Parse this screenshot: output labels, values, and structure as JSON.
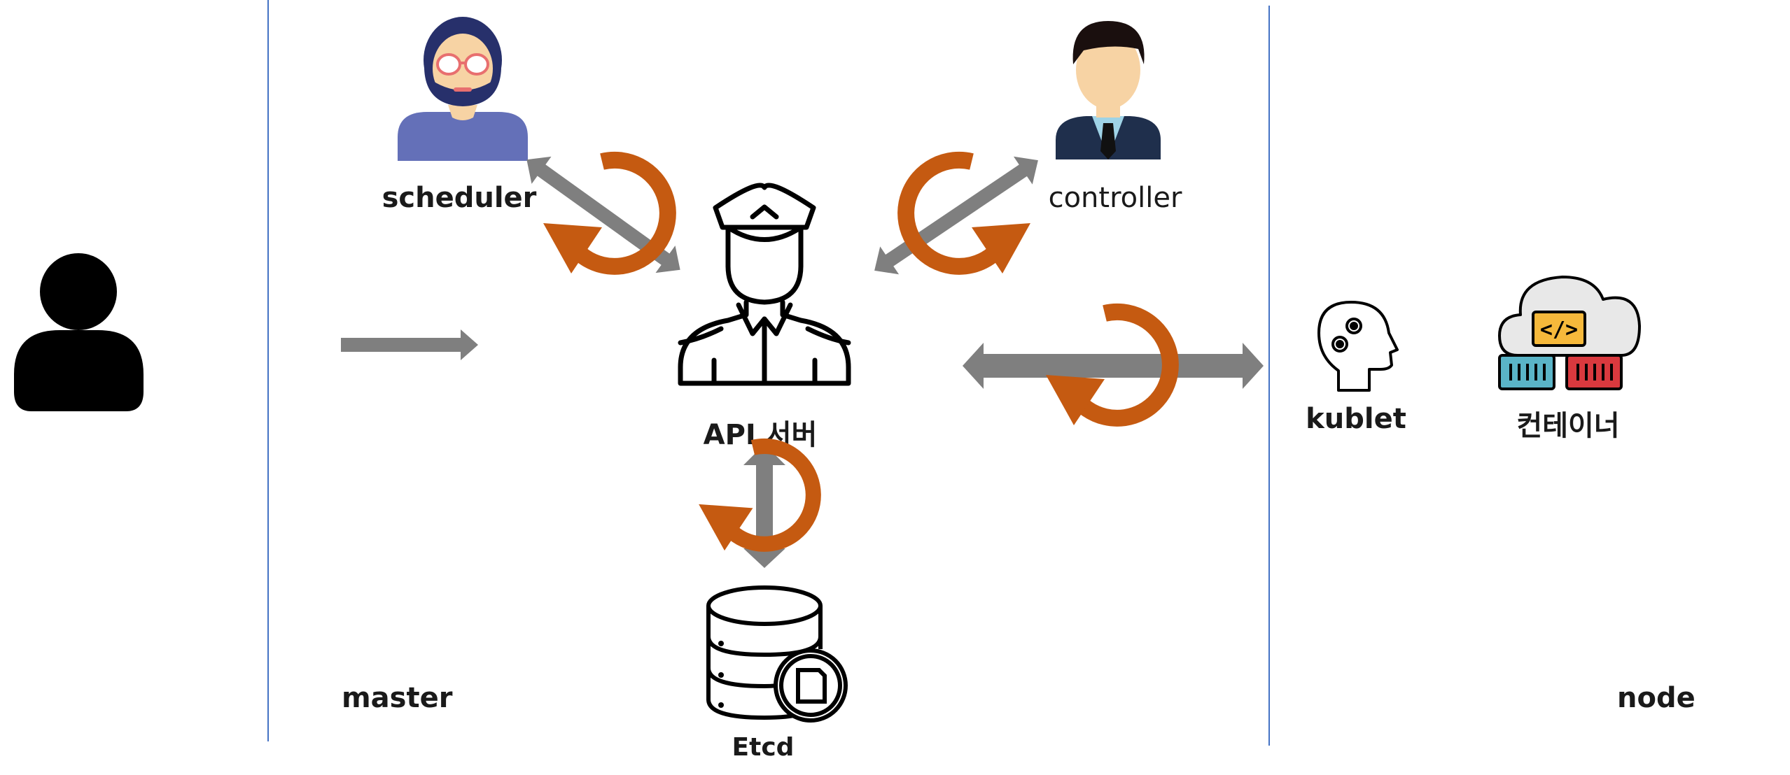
{
  "labels": {
    "scheduler": "scheduler",
    "controller": "controller",
    "api_server": "API 서버",
    "etcd": "Etcd",
    "kublet": "kublet",
    "container": "컨테이너",
    "master": "master",
    "node": "node"
  },
  "colors": {
    "arrow_gray": "#7f7f7f",
    "cycle_orange": "#c55a11",
    "divider_blue": "#4472c4",
    "icon_black": "#000000",
    "scheduler_shirt": "#6470b8",
    "scheduler_hair": "#27306b",
    "controller_suit": "#1f2f4c",
    "controller_hair": "#1a0f0e",
    "skin": "#f7d3a4",
    "container_cloud": "#e8e8e8",
    "container_orange": "#f6b93b",
    "container_teal": "#5ab4c7",
    "container_red": "#d9393e"
  },
  "icons": {
    "user": "user-icon",
    "scheduler": "scheduler-person-icon",
    "controller": "controller-person-icon",
    "api_server": "police-officer-icon",
    "etcd": "database-icon",
    "kublet": "head-gears-icon",
    "container": "cloud-containers-icon",
    "cycle": "refresh-cycle-icon"
  }
}
